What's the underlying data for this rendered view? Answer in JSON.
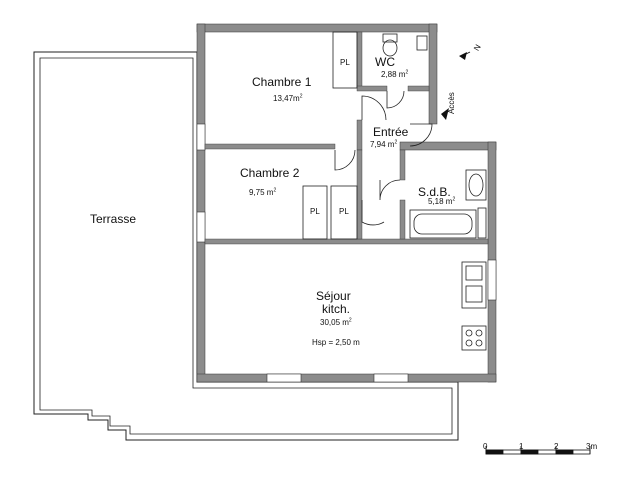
{
  "plan": {
    "rooms": {
      "chambre1": {
        "name": "Chambre 1",
        "area": "13,47m"
      },
      "wc": {
        "name": "WC",
        "area": "2,88 m"
      },
      "entree": {
        "name": "Entrée",
        "area": "7,94 m"
      },
      "chambre2": {
        "name": "Chambre 2",
        "area": "9,75 m"
      },
      "sdb": {
        "name": "S.d.B.",
        "area": "5,18 m"
      },
      "sejour": {
        "name_line1": "Séjour",
        "name_line2": "kitch.",
        "area": "30,05 m"
      },
      "terrasse": {
        "name": "Terrasse"
      }
    },
    "area_unit_sup": "2",
    "placards": [
      "PL",
      "PL",
      "PL"
    ],
    "ceiling_height": "Hsp = 2,50 m",
    "access_label": "Accès",
    "north_label": "N",
    "scale": {
      "ticks": [
        "0",
        "1",
        "2",
        "3m"
      ]
    },
    "colors": {
      "wall": "#8c8c8c",
      "line": "#222222"
    }
  }
}
